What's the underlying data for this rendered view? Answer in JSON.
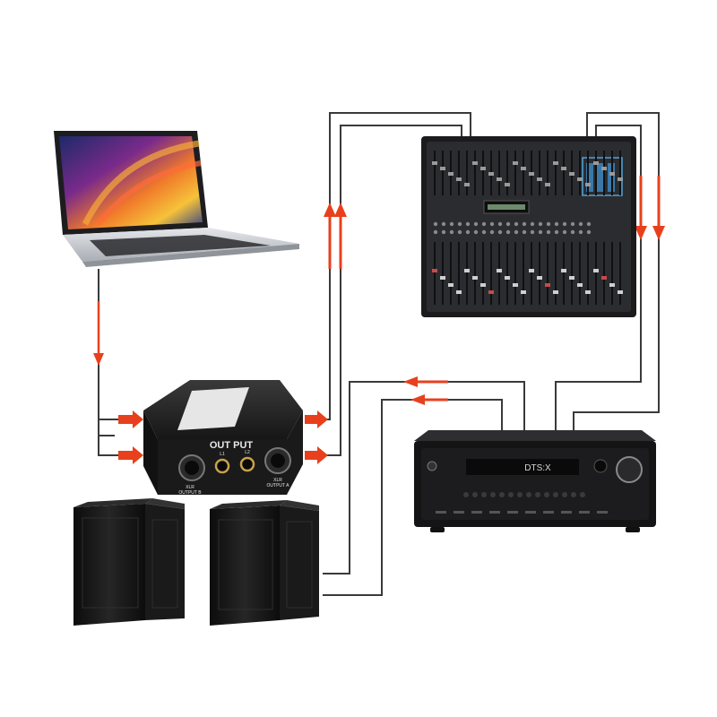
{
  "colors": {
    "background": "#ffffff",
    "cable": "#3a3a3a",
    "signal_arrow": "#e8401c",
    "signal_arrow_light": "#f39a7a",
    "device_body": "#1a1a1a",
    "mixer_display": "#4fa3d9",
    "receiver_display": "#d8d8d8"
  },
  "devices": [
    {
      "id": "laptop",
      "icon": "laptop-icon"
    },
    {
      "id": "isolator",
      "icon": "audio-isolator-icon"
    },
    {
      "id": "mixer",
      "icon": "mixing-console-icon"
    },
    {
      "id": "receiver",
      "icon": "av-receiver-icon"
    },
    {
      "id": "speakers-left",
      "icon": "speaker-pair-icon"
    },
    {
      "id": "speakers-right",
      "icon": "speaker-pair-icon"
    }
  ],
  "isolator": {
    "output_label": "OUT PUT",
    "port_labels": [
      "XLR",
      "L1",
      "L2",
      "XLR"
    ],
    "output_a_label": "OUTPUT A",
    "output_b_label": "OUTPUT B"
  },
  "receiver": {
    "display_text": "DTS:X"
  }
}
